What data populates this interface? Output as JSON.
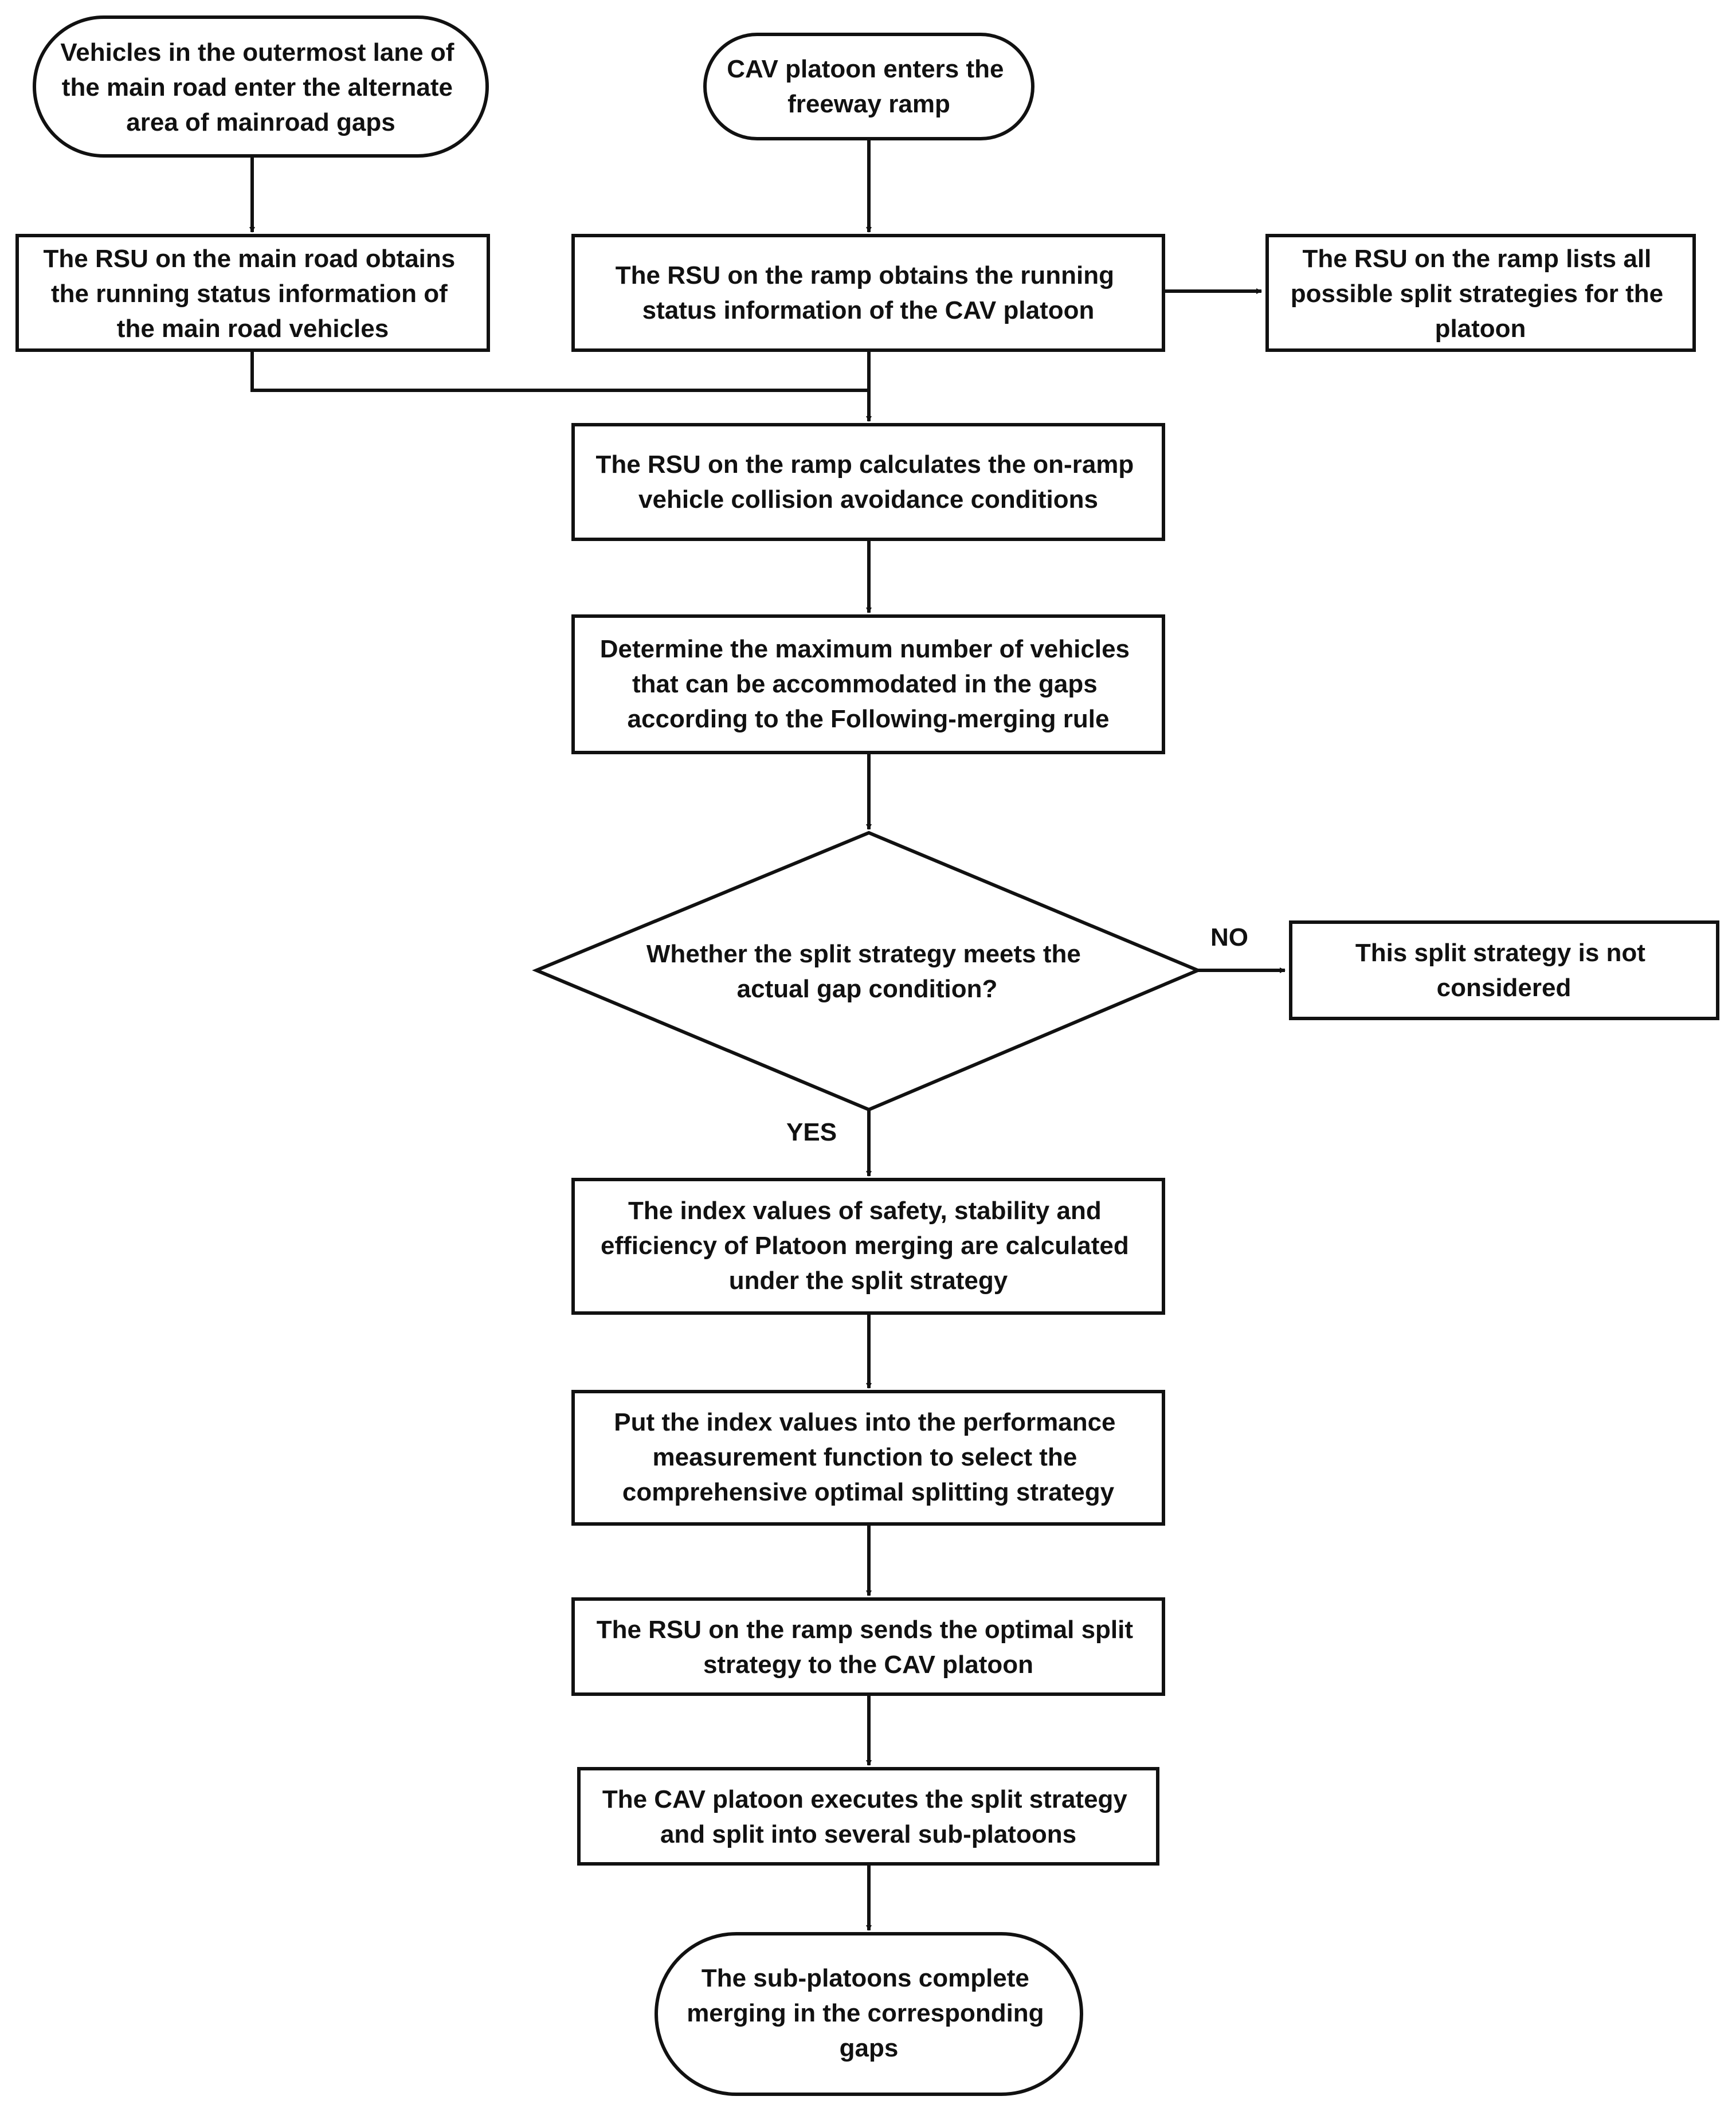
{
  "nodes": {
    "start_mainroad": [
      "Vehicles in the outermost lane of",
      "the main road enter the alternate",
      "area of mainroad  gaps"
    ],
    "start_platoon": [
      "CAV platoon enters the",
      "freeway ramp"
    ],
    "rsu_main": [
      "The RSU on the main road obtains",
      "the running status information of",
      "the main road vehicles"
    ],
    "rsu_ramp": [
      "The RSU on the ramp obtains the running",
      "status information of the CAV platoon"
    ],
    "rsu_list": [
      "The RSU on the ramp lists all",
      "possible split strategies for the",
      "platoon"
    ],
    "collision": [
      "The RSU on the ramp calculates the on-ramp",
      "vehicle collision avoidance conditions"
    ],
    "max_vehicles": [
      "Determine the maximum number of vehicles",
      "that can be accommodated in the gaps",
      "according to the Following-merging rule"
    ],
    "decision": [
      "Whether the split strategy meets the",
      "actual gap condition?"
    ],
    "not_considered": [
      "This split strategy is not",
      "considered"
    ],
    "index_values": [
      "The index values of safety, stability and",
      "efficiency of Platoon merging are calculated",
      "under the split strategy"
    ],
    "performance": [
      "Put the index values  into the performance",
      "measurement function to select the",
      "comprehensive optimal splitting strategy"
    ],
    "send_strategy": [
      "The RSU on the ramp sends the optimal split",
      "strategy to the CAV platoon"
    ],
    "execute": [
      "The CAV platoon executes the split strategy",
      "and split into several sub-platoons"
    ],
    "end": [
      "The sub-platoons complete",
      "merging in the corresponding",
      "gaps"
    ]
  },
  "labels": {
    "no": "NO",
    "yes": "YES"
  }
}
